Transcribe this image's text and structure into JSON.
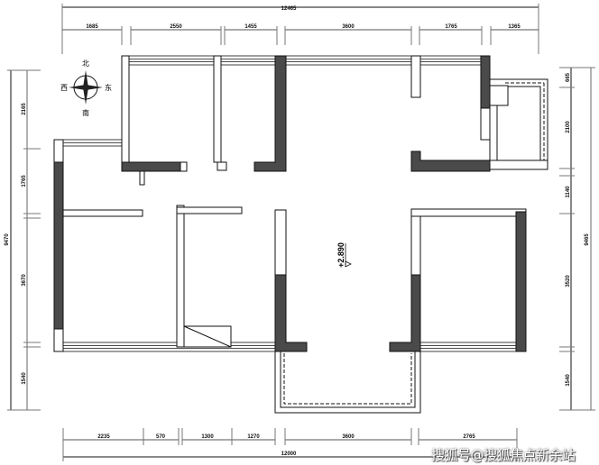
{
  "plan": {
    "elevation_label": "+2.890",
    "compass": {
      "north": "北",
      "south": "南",
      "east": "东",
      "west": "西"
    }
  },
  "dimensions": {
    "top_total": "12465",
    "top": [
      "1685",
      "2550",
      "1455",
      "3600",
      "1765",
      "1365"
    ],
    "bottom_total": "12000",
    "bottom": [
      "2235",
      "570",
      "1300",
      "1270",
      "3600",
      "2765"
    ],
    "left_total": "9470",
    "left": [
      "2165",
      "1765",
      "3670",
      "1540"
    ],
    "right_total": "9465",
    "right": [
      "665",
      "2100",
      "1140",
      "3520",
      "1540"
    ]
  },
  "watermark": "搜狐号@搜狐焦点新余站",
  "colors": {
    "wall_dark": "#4a4a4a",
    "line": "#111111"
  }
}
